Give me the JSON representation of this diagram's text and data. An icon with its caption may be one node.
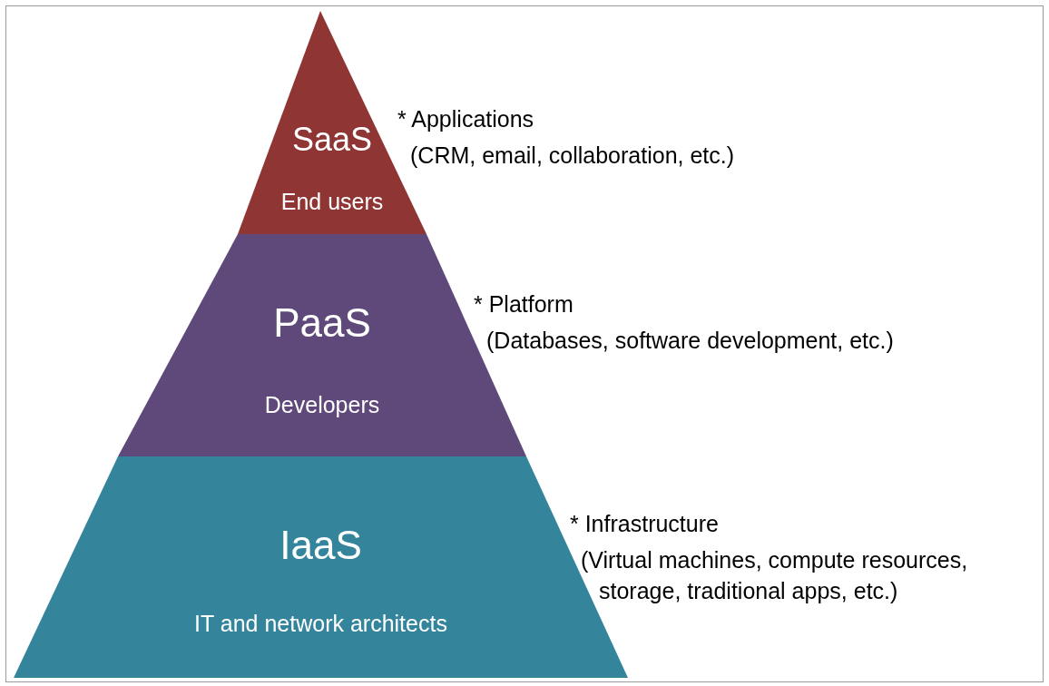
{
  "diagram": {
    "nodes": [
      {
        "text": [
          "SaaS",
          "End users"
        ],
        "beside": [
          "* Applications",
          "(CRM, email, collaboration, etc.)"
        ]
      },
      {
        "text": [
          "PaaS",
          "Developers"
        ],
        "beside": [
          "* Platform",
          "(Databases, software development, etc.)"
        ]
      },
      {
        "text": [
          "IaaS",
          "IT and network architects"
        ],
        "beside": [
          "* Infrastructure",
          "(Virtual machines, compute resources, storage, traditional apps, etc.)"
        ]
      }
    ]
  }
}
